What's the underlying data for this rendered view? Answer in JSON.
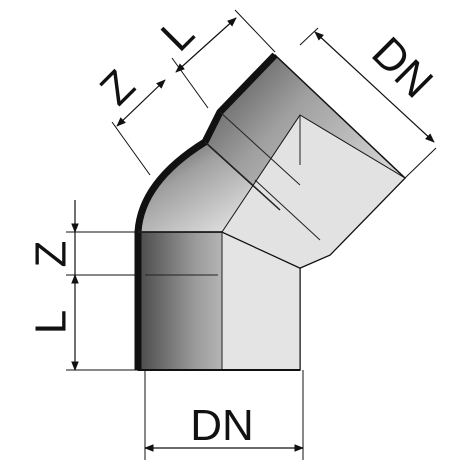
{
  "labels": {
    "top_length": "L",
    "top_offset": "Z",
    "top_diameter": "DN",
    "left_offset": "Z",
    "left_length": "L",
    "bottom_diameter": "DN"
  },
  "colors": {
    "outline": "#111111",
    "dimension_line": "#111111",
    "pipe_light": "#e6e6e6",
    "pipe_mid": "#c4c4c4",
    "pipe_dark": "#5a5a5a",
    "background": "#ffffff"
  }
}
